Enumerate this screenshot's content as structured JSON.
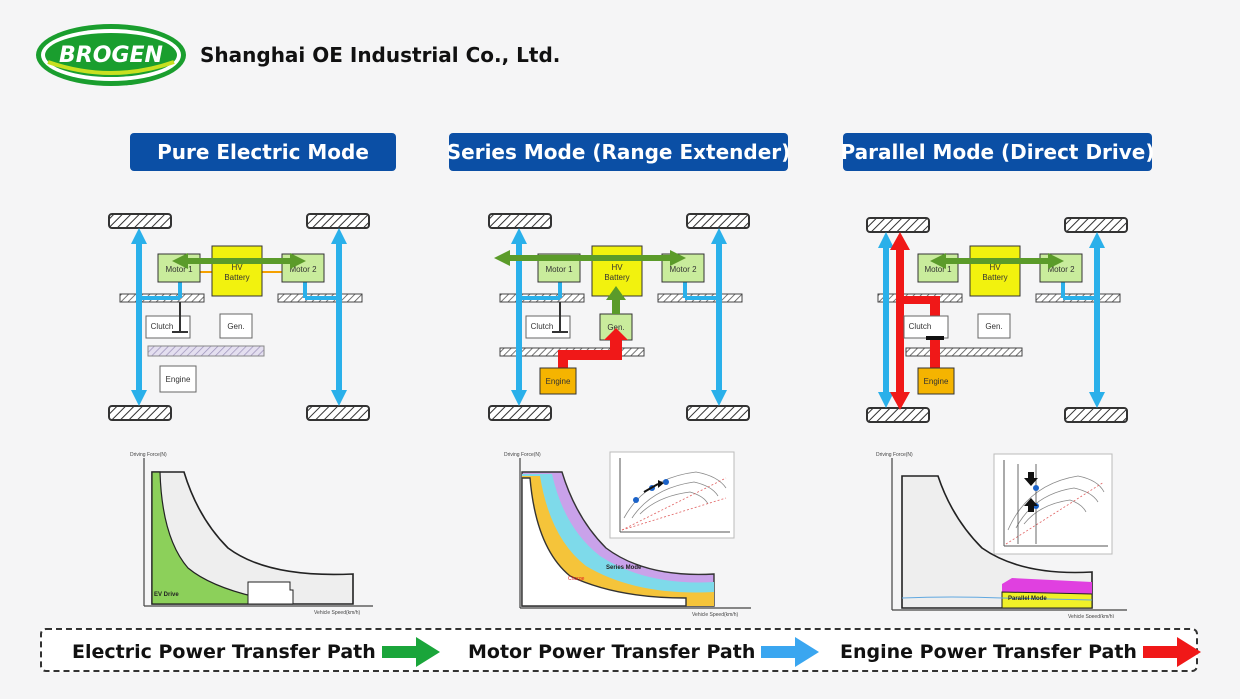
{
  "header": {
    "logo_text": "BROGEN",
    "company_name": "Shanghai OE Industrial Co., Ltd.",
    "colors": {
      "logo_green": "#1a9e2e",
      "logo_yellow_green": "#c8e020"
    }
  },
  "modes": [
    {
      "title": "Pure Electric Mode",
      "graph_label": "EV Drive"
    },
    {
      "title": "Series Mode (Range Extender)",
      "graph_label": "Series Mode",
      "graph_sub_label": "Charge"
    },
    {
      "title": "Parallel Mode (Direct Drive)",
      "graph_label": "Parallel Mode"
    }
  ],
  "diagram": {
    "motor1": "Motor 1",
    "battery_line1": "HV",
    "battery_line2": "Battery",
    "motor2": "Motor 2",
    "clutch": "Clutch",
    "generator": "Gen.",
    "engine": "Engine"
  },
  "graph_axes": {
    "y": "Driving Force(N)",
    "x": "Vehicle Speed(km/h)"
  },
  "legend": [
    {
      "label": "Electric Power Transfer Path",
      "color": "#1aa53a"
    },
    {
      "label": "Motor Power Transfer Path",
      "color": "#3aa6f0"
    },
    {
      "label": "Engine Power Transfer Path",
      "color": "#f01818"
    }
  ],
  "colors": {
    "title_bg": "#0b4fa5",
    "motor_fill": "#c9ec9c",
    "battery_fill": "#f2f20e",
    "engine_fill": "#f5b400",
    "green_arrow": "#5b9b2a",
    "blue_arrow": "#2ab0ea",
    "red_arrow": "#f01818"
  }
}
